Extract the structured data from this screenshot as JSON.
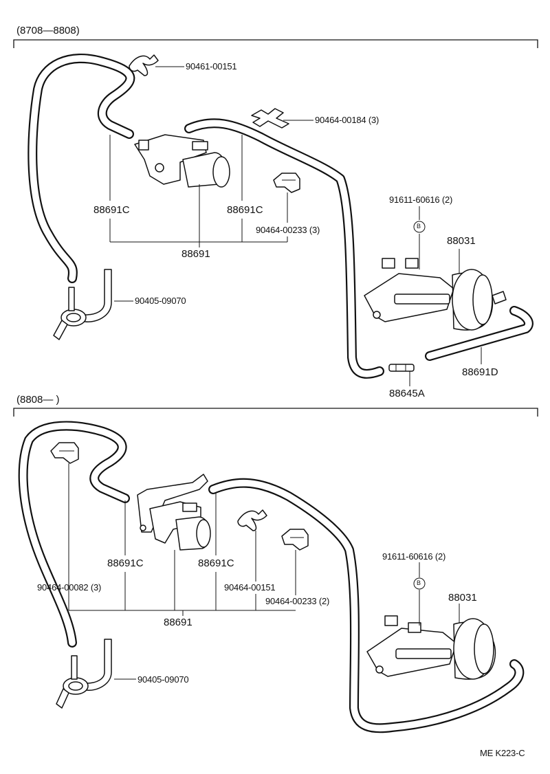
{
  "sections": [
    {
      "range": "(8708—8808)",
      "labels": {
        "clip_a": "90461-00151",
        "clip_b": "90464-00184 (3)",
        "hose_left": "88691C",
        "hose_right": "88691C",
        "clip_c": "90464-00233 (3)",
        "valve": "88691",
        "bolt": "91611-60616 (2)",
        "ref": "B",
        "actuator": "88031",
        "union": "90405-09070",
        "hose_d": "88691D",
        "connector": "88645A"
      }
    },
    {
      "range": "(8808—         )",
      "labels": {
        "bolt": "91611-60616 (2)",
        "ref": "B",
        "actuator": "88031",
        "hose_left": "88691C",
        "hose_right": "88691C",
        "clip_a": "90464-00082 (3)",
        "clip_b": "90464-00151",
        "clip_c": "90464-00233 (2)",
        "valve": "88691",
        "union": "90405-09070"
      }
    }
  ],
  "footer": {
    "code": "ME  K223-C"
  }
}
